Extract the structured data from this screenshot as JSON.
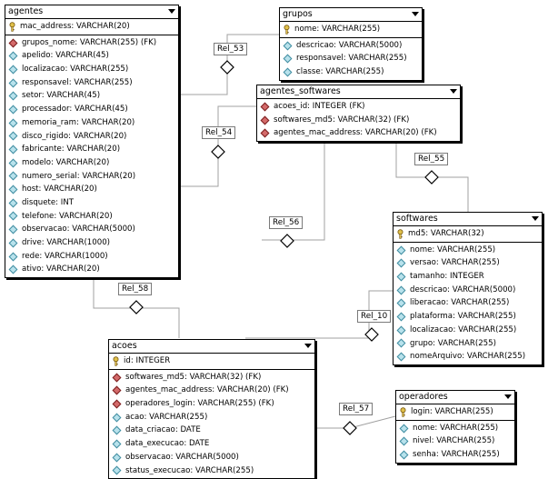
{
  "entities": {
    "agentes": {
      "title": "agentes",
      "pk": [
        {
          "text": "mac_address: VARCHAR(20)"
        }
      ],
      "attrs": [
        {
          "text": "grupos_nome: VARCHAR(255) (FK)",
          "fk": true
        },
        {
          "text": "apelido: VARCHAR(45)"
        },
        {
          "text": "localizacao: VARCHAR(255)"
        },
        {
          "text": "responsavel: VARCHAR(255)"
        },
        {
          "text": "setor: VARCHAR(45)"
        },
        {
          "text": "processador: VARCHAR(45)"
        },
        {
          "text": "memoria_ram: VARCHAR(20)"
        },
        {
          "text": "disco_rigido: VARCHAR(20)"
        },
        {
          "text": "fabricante: VARCHAR(20)"
        },
        {
          "text": "modelo: VARCHAR(20)"
        },
        {
          "text": "numero_serial: VARCHAR(20)"
        },
        {
          "text": "host: VARCHAR(20)"
        },
        {
          "text": "disquete: INT"
        },
        {
          "text": "telefone: VARCHAR(20)"
        },
        {
          "text": "observacao: VARCHAR(5000)"
        },
        {
          "text": "drive: VARCHAR(1000)"
        },
        {
          "text": "rede: VARCHAR(1000)"
        },
        {
          "text": "ativo: VARCHAR(20)"
        }
      ]
    },
    "grupos": {
      "title": "grupos",
      "pk": [
        {
          "text": "nome: VARCHAR(255)"
        }
      ],
      "attrs": [
        {
          "text": "descricao: VARCHAR(5000)"
        },
        {
          "text": "responsavel: VARCHAR(255)"
        },
        {
          "text": "classe: VARCHAR(255)"
        }
      ]
    },
    "agentes_softwares": {
      "title": "agentes_softwares",
      "pk": [
        {
          "text": "acoes_id: INTEGER (FK)",
          "fk": true
        },
        {
          "text": "softwares_md5: VARCHAR(32) (FK)",
          "fk": true
        },
        {
          "text": "agentes_mac_address: VARCHAR(20) (FK)",
          "fk": true
        }
      ],
      "attrs": []
    },
    "softwares": {
      "title": "softwares",
      "pk": [
        {
          "text": "md5: VARCHAR(32)"
        }
      ],
      "attrs": [
        {
          "text": "nome: VARCHAR(255)"
        },
        {
          "text": "versao: VARCHAR(255)"
        },
        {
          "text": "tamanho: INTEGER"
        },
        {
          "text": "descricao: VARCHAR(5000)"
        },
        {
          "text": "liberacao: VARCHAR(255)"
        },
        {
          "text": "plataforma: VARCHAR(255)"
        },
        {
          "text": "localizacao: VARCHAR(255)"
        },
        {
          "text": "grupo: VARCHAR(255)"
        },
        {
          "text": "nomeArquivo: VARCHAR(255)"
        }
      ]
    },
    "acoes": {
      "title": "acoes",
      "pk": [
        {
          "text": "id: INTEGER"
        }
      ],
      "attrs": [
        {
          "text": "softwares_md5: VARCHAR(32) (FK)",
          "fk": true
        },
        {
          "text": "agentes_mac_address: VARCHAR(20) (FK)",
          "fk": true
        },
        {
          "text": "operadores_login: VARCHAR(255) (FK)",
          "fk": true
        },
        {
          "text": "acao: VARCHAR(255)"
        },
        {
          "text": "data_criacao: DATE"
        },
        {
          "text": "data_execucao: DATE"
        },
        {
          "text": "observacao: VARCHAR(5000)"
        },
        {
          "text": "status_execucao: VARCHAR(255)"
        }
      ]
    },
    "operadores": {
      "title": "operadores",
      "pk": [
        {
          "text": "login: VARCHAR(255)"
        }
      ],
      "attrs": [
        {
          "text": "nome: VARCHAR(255)"
        },
        {
          "text": "nivel: VARCHAR(255)"
        },
        {
          "text": "senha: VARCHAR(255)"
        }
      ]
    }
  },
  "relationships": {
    "rel_53": "Rel_53",
    "rel_54": "Rel_54",
    "rel_55": "Rel_55",
    "rel_56": "Rel_56",
    "rel_58": "Rel_58",
    "rel_10": "Rel_10",
    "rel_57": "Rel_57"
  },
  "colors": {
    "attribute_icon": "#b8e2ec",
    "foreign_key_icon": "#d46a6a",
    "primary_key_icon": "#e0c04a",
    "connector_line": "#a0a0a0"
  }
}
